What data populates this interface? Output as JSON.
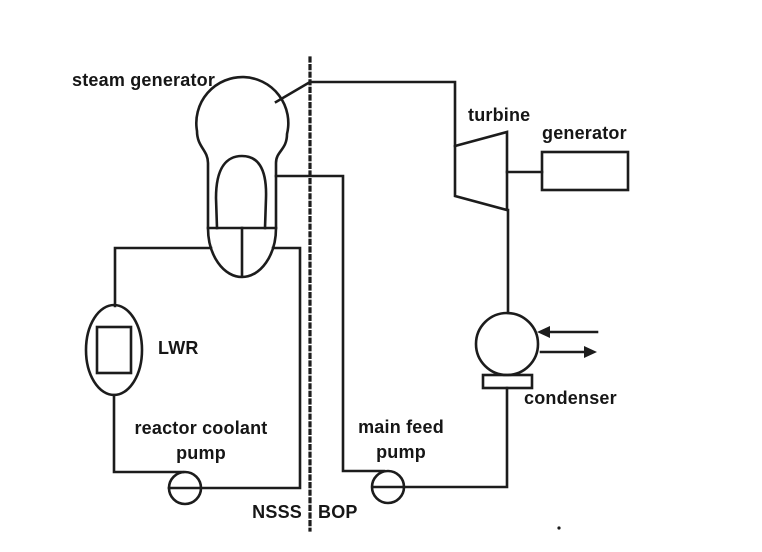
{
  "labels": {
    "steam_generator": "steam generator",
    "turbine": "turbine",
    "generator": "generator",
    "condenser": "condenser",
    "reactor": "LWR",
    "reactor_coolant_pump": {
      "line1": "reactor coolant",
      "line2": "pump"
    },
    "main_feed_pump": {
      "line1": "main feed",
      "line2": "pump"
    },
    "nsss": "NSSS",
    "bop": "BOP"
  },
  "colors": {
    "line": "#1c1c1c",
    "text": "#161616",
    "background": "#ffffff"
  }
}
